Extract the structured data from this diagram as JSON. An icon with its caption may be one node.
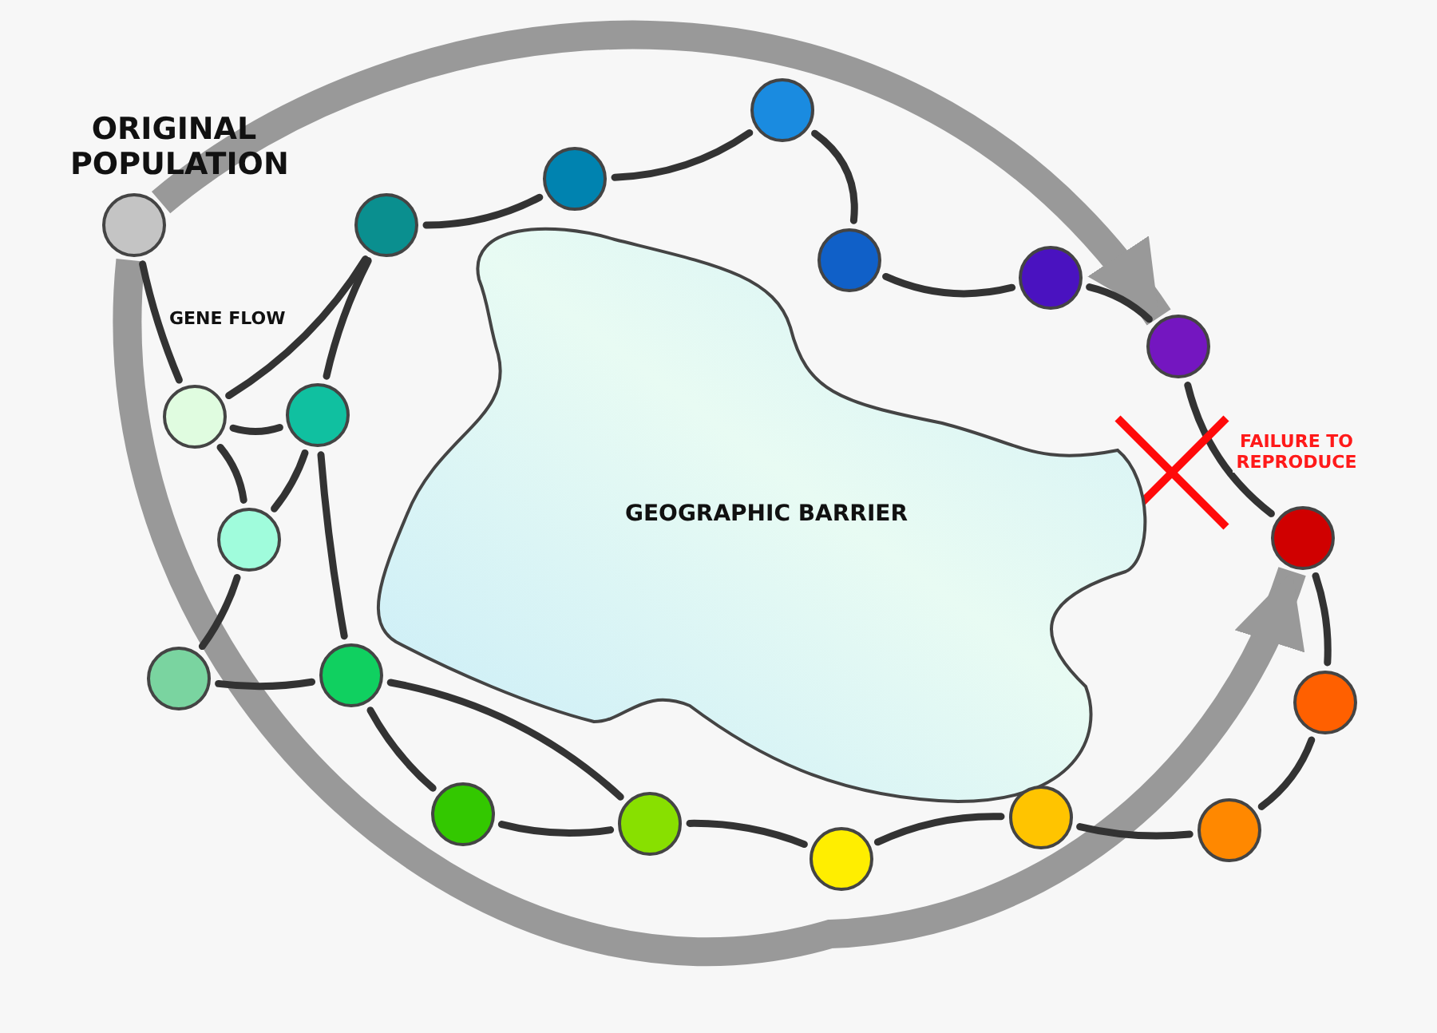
{
  "diagram": {
    "nodes": [
      {
        "text": [],
        "shape": "circle",
        "beside": [
          "ORIGINAL POPULATION"
        ]
      },
      {
        "text": [],
        "shape": "circle"
      },
      {
        "text": [],
        "shape": "circle"
      },
      {
        "text": [],
        "shape": "circle"
      },
      {
        "text": [],
        "shape": "circle"
      },
      {
        "text": [],
        "shape": "circle"
      },
      {
        "text": [],
        "shape": "circle"
      },
      {
        "text": [],
        "shape": "circle"
      },
      {
        "text": [],
        "shape": "circle"
      },
      {
        "text": [],
        "shape": "circle"
      },
      {
        "text": [],
        "shape": "circle"
      },
      {
        "text": [],
        "shape": "circle"
      },
      {
        "text": [],
        "shape": "circle"
      },
      {
        "text": [],
        "shape": "circle"
      },
      {
        "text": [],
        "shape": "circle"
      },
      {
        "text": [],
        "shape": "circle"
      },
      {
        "text": [],
        "shape": "circle"
      },
      {
        "text": [],
        "shape": "circle"
      },
      {
        "text": [],
        "shape": "circle"
      },
      {
        "text": [
          "GEOGRAPHIC BARRIER"
        ]
      }
    ],
    "edges": [
      {
        "from": 0,
        "to": 6,
        "arrow": "to",
        "style": "thick",
        "color": "#999999"
      },
      {
        "from": 0,
        "to": 7,
        "arrow": "to",
        "style": "thick",
        "color": "#999999"
      },
      {
        "from": 0,
        "to": 17,
        "arrow": "none"
      },
      {
        "from": 17,
        "to": 1,
        "arrow": "none"
      },
      {
        "from": 1,
        "to": 2,
        "arrow": "none"
      },
      {
        "from": 2,
        "to": 3,
        "arrow": "none"
      },
      {
        "from": 3,
        "to": 4,
        "arrow": "none"
      },
      {
        "from": 4,
        "to": 5,
        "arrow": "none"
      },
      {
        "from": 5,
        "to": 6,
        "arrow": "none"
      },
      {
        "from": 6,
        "to": 7,
        "arrow": "none"
      },
      {
        "from": 7,
        "to": 8,
        "arrow": "none"
      },
      {
        "from": 8,
        "to": 9,
        "arrow": "none"
      },
      {
        "from": 9,
        "to": 10,
        "arrow": "none"
      },
      {
        "from": 10,
        "to": 11,
        "arrow": "none"
      },
      {
        "from": 11,
        "to": 12,
        "arrow": "none"
      },
      {
        "from": 12,
        "to": 13,
        "arrow": "none"
      },
      {
        "from": 14,
        "to": 13,
        "arrow": "none"
      },
      {
        "from": 14,
        "to": 12,
        "arrow": "none"
      },
      {
        "from": 1,
        "to": 18,
        "arrow": "none"
      },
      {
        "from": 17,
        "to": 18,
        "arrow": "none"
      },
      {
        "from": 18,
        "to": 16,
        "arrow": "none"
      },
      {
        "from": 18,
        "to": 14,
        "arrow": "none"
      },
      {
        "from": 17,
        "to": 16,
        "arrow": "none"
      },
      {
        "from": 16,
        "to": 15,
        "arrow": "none"
      },
      {
        "from": 15,
        "to": 14,
        "arrow": "none"
      }
    ],
    "labels": [
      "GENE FLOW",
      "FAILURE TO REPRODUCE"
    ]
  }
}
